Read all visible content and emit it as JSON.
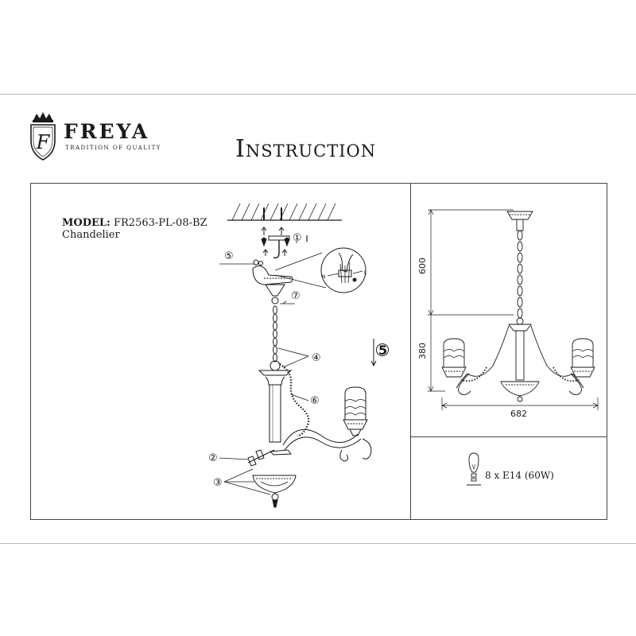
{
  "brand": {
    "name": "FREYA",
    "tagline": "TRADITION OF QUALITY",
    "emblem_letter": "F"
  },
  "title": "Instruction",
  "model": {
    "label": "MODEL:",
    "code": "FR2563-PL-08-BZ",
    "type": "Chandelier"
  },
  "steps": {
    "s1": "①",
    "s2": "②",
    "s3": "③",
    "s4": "④",
    "s5": "⑤",
    "s6": "⑥",
    "s7": "⑦",
    "s5_arrow": "5"
  },
  "wiring": {
    "n": "N",
    "l": "L"
  },
  "dimensions": {
    "chain_height": "600",
    "body_height": "380",
    "width": "682"
  },
  "bulb_spec": "8 x E14 (60W)",
  "colors": {
    "line": "#1a1a1a",
    "frame": "#444444",
    "sheet_border": "#b9b9b9"
  }
}
